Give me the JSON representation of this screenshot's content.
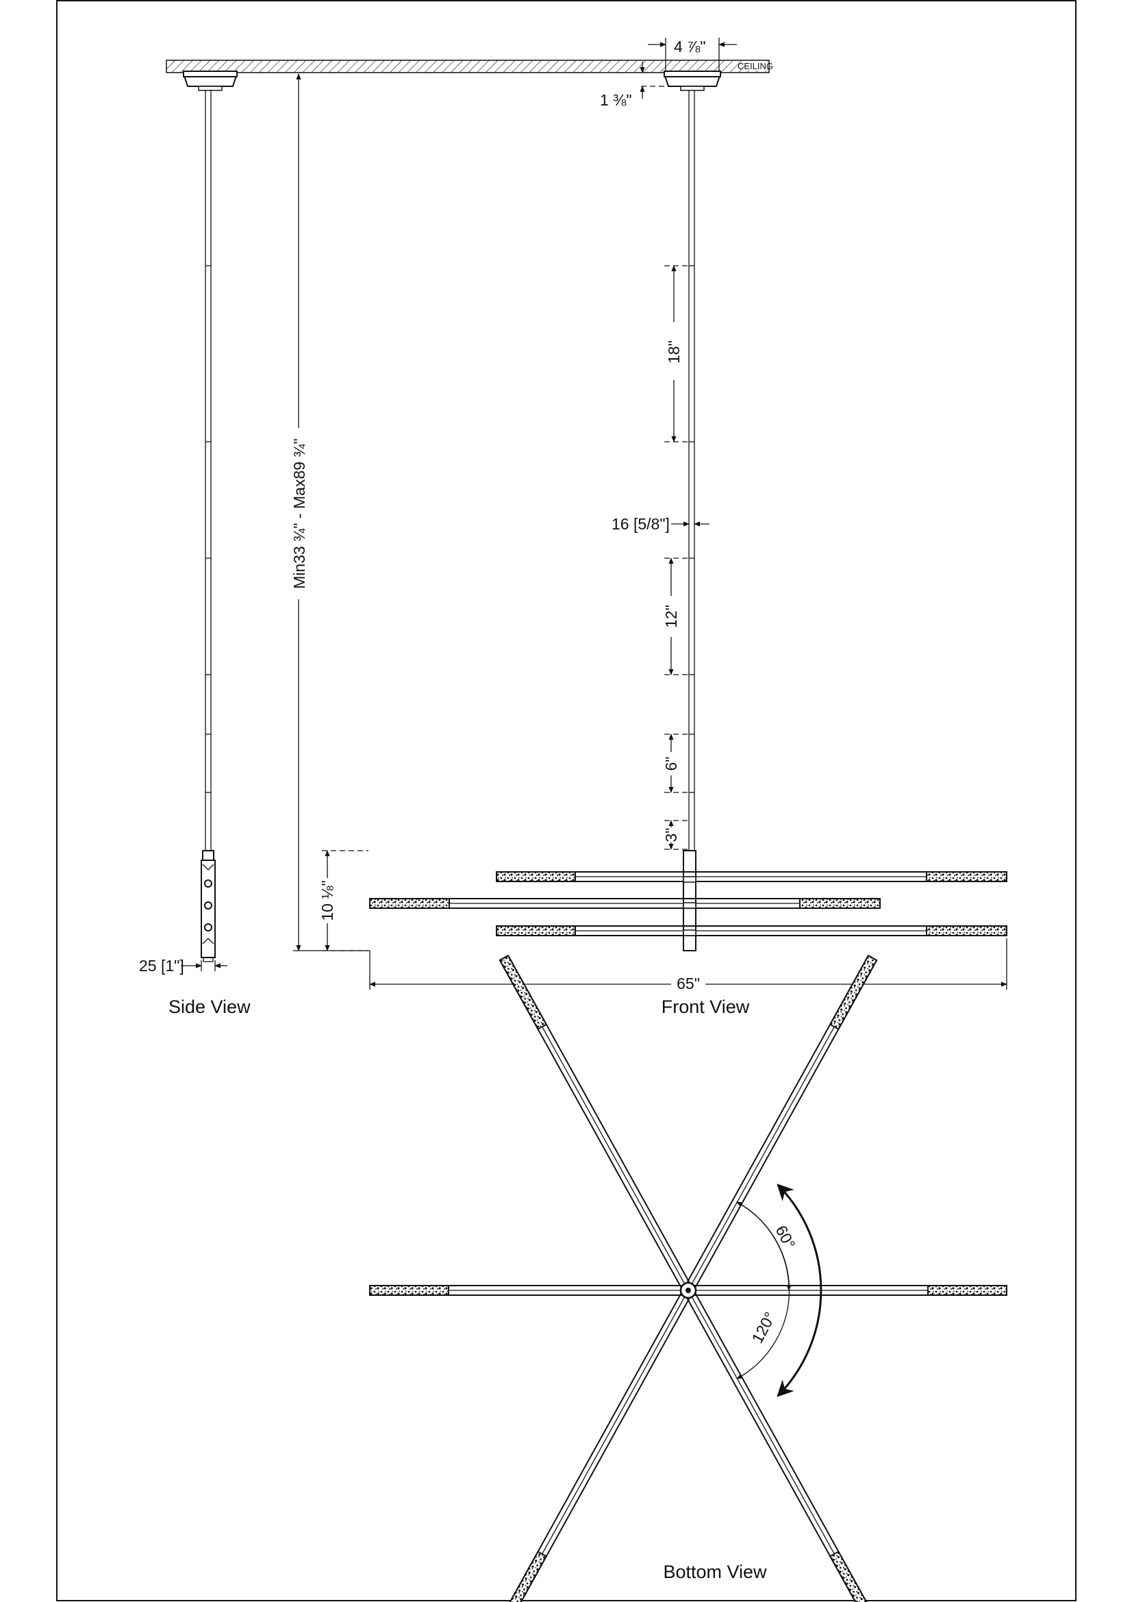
{
  "labels": {
    "ceiling": "CEILING",
    "side_view": "Side View",
    "front_view": "Front View",
    "bottom_view": "Bottom View"
  },
  "dimensions": {
    "canopy_width": "4 ⅞\"",
    "canopy_height": "1 ⅜\"",
    "overall_height": "Min33 ¾\" - Max89 ¾\"",
    "stem_18": "18\"",
    "stem_diameter": "16 [5/8\"]",
    "stem_12": "12\"",
    "stem_6": "6\"",
    "stem_3": "3\"",
    "body_height": "10 ⅛\"",
    "side_depth": "25 [1\"]",
    "overall_width": "65\"",
    "angle_60": "60°",
    "angle_120": "120°"
  },
  "colors": {
    "line": "#111111",
    "background": "#ffffff"
  }
}
